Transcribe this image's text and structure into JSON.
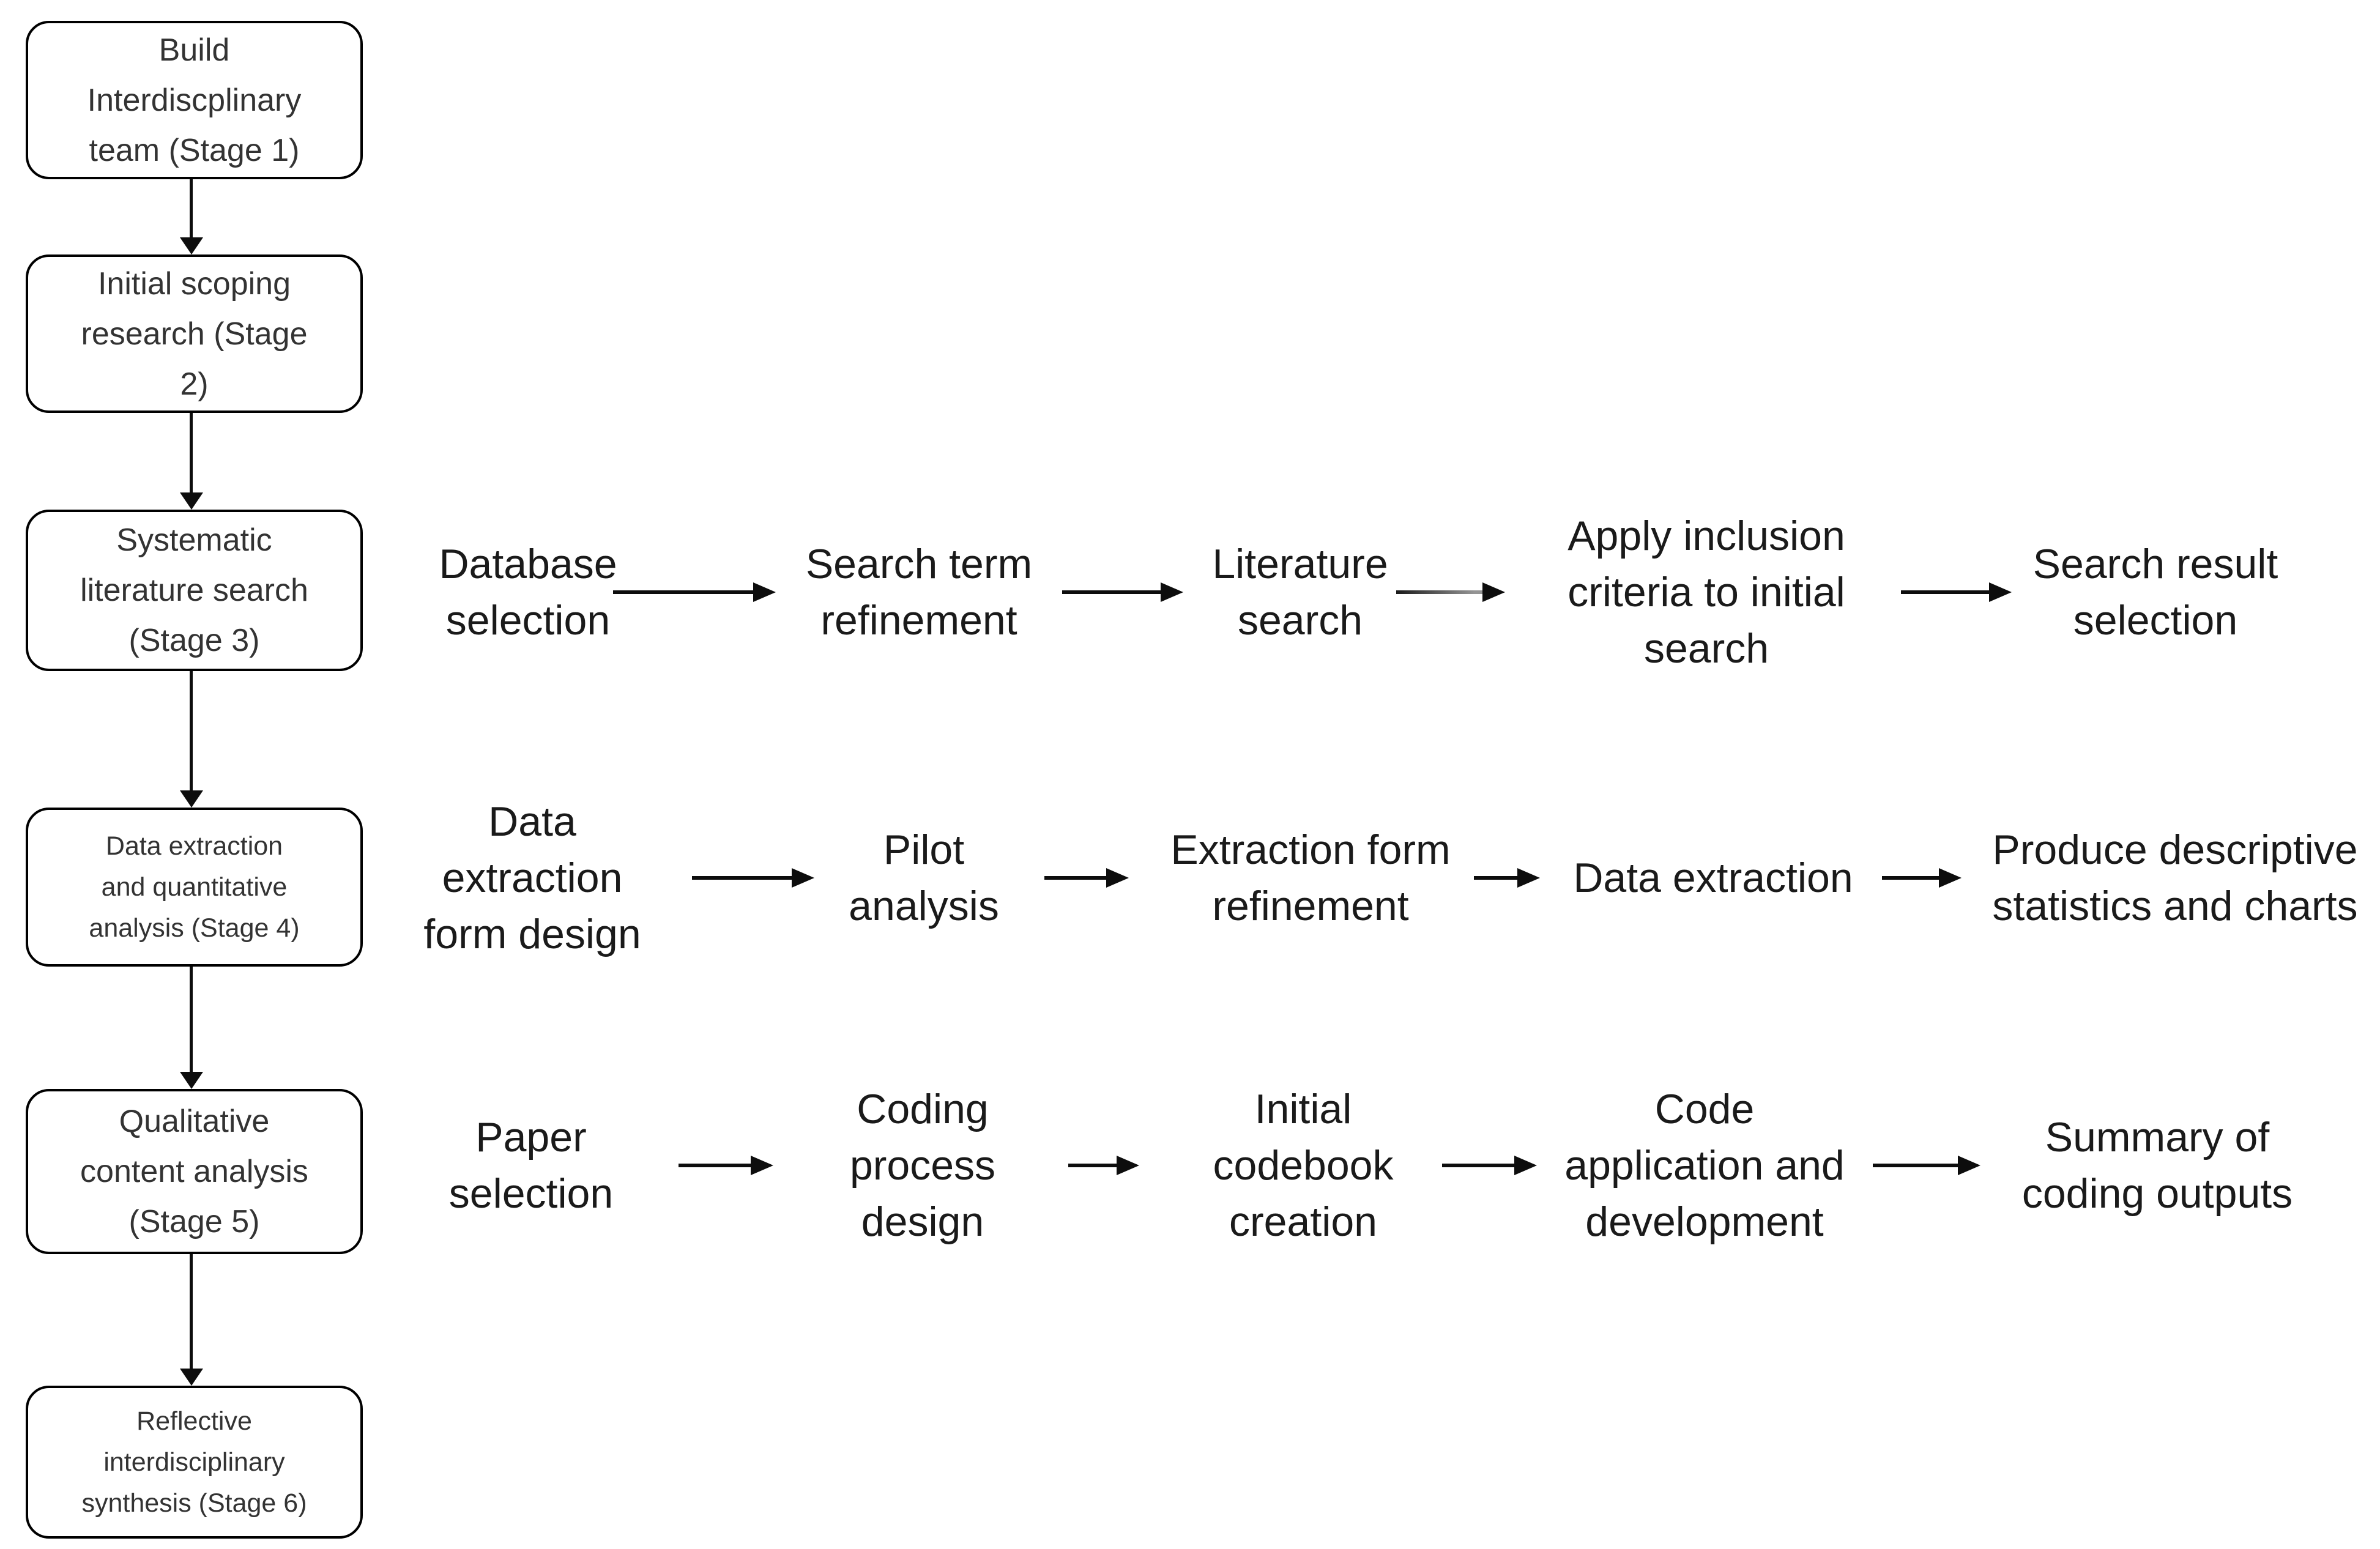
{
  "figure": {
    "description": "Six-stage research methodology flowchart",
    "colors": {
      "background": "#ffffff",
      "box_border": "#000000",
      "box_text": "#333333",
      "step_text": "#1a1a1a",
      "arrow": "#0d0d0d",
      "faded_arrow_gray": "#949494"
    }
  },
  "stages": [
    {
      "label": "Build\nInterdiscplinary\nteam (Stage 1)"
    },
    {
      "label": "Initial scoping\nresearch (Stage\n2)"
    },
    {
      "label": "Systematic\nliterature search\n(Stage 3)"
    },
    {
      "label": "Data extraction\nand quantitative\nanalysis (Stage 4)"
    },
    {
      "label": "Qualitative\ncontent analysis\n(Stage 5)"
    },
    {
      "label": "Reflective\ninterdisciplinary\nsynthesis (Stage 6)"
    }
  ],
  "rows": [
    {
      "stage": "Stage 3",
      "steps": [
        "Database\nselection",
        "Search term\nrefinement",
        "Literature\nsearch",
        "Apply inclusion\ncriteria to initial\nsearch",
        "Search result\nselection"
      ]
    },
    {
      "stage": "Stage 4",
      "steps": [
        "Data\nextraction\nform design",
        "Pilot\nanalysis",
        "Extraction form\nrefinement",
        "Data extraction",
        "Produce descriptive\nstatistics and charts"
      ]
    },
    {
      "stage": "Stage 5",
      "steps": [
        "Paper\nselection",
        "Coding\nprocess\ndesign",
        "Initial\ncodebook\ncreation",
        "Code\napplication and\ndevelopment",
        "Summary of\ncoding outputs"
      ]
    }
  ]
}
